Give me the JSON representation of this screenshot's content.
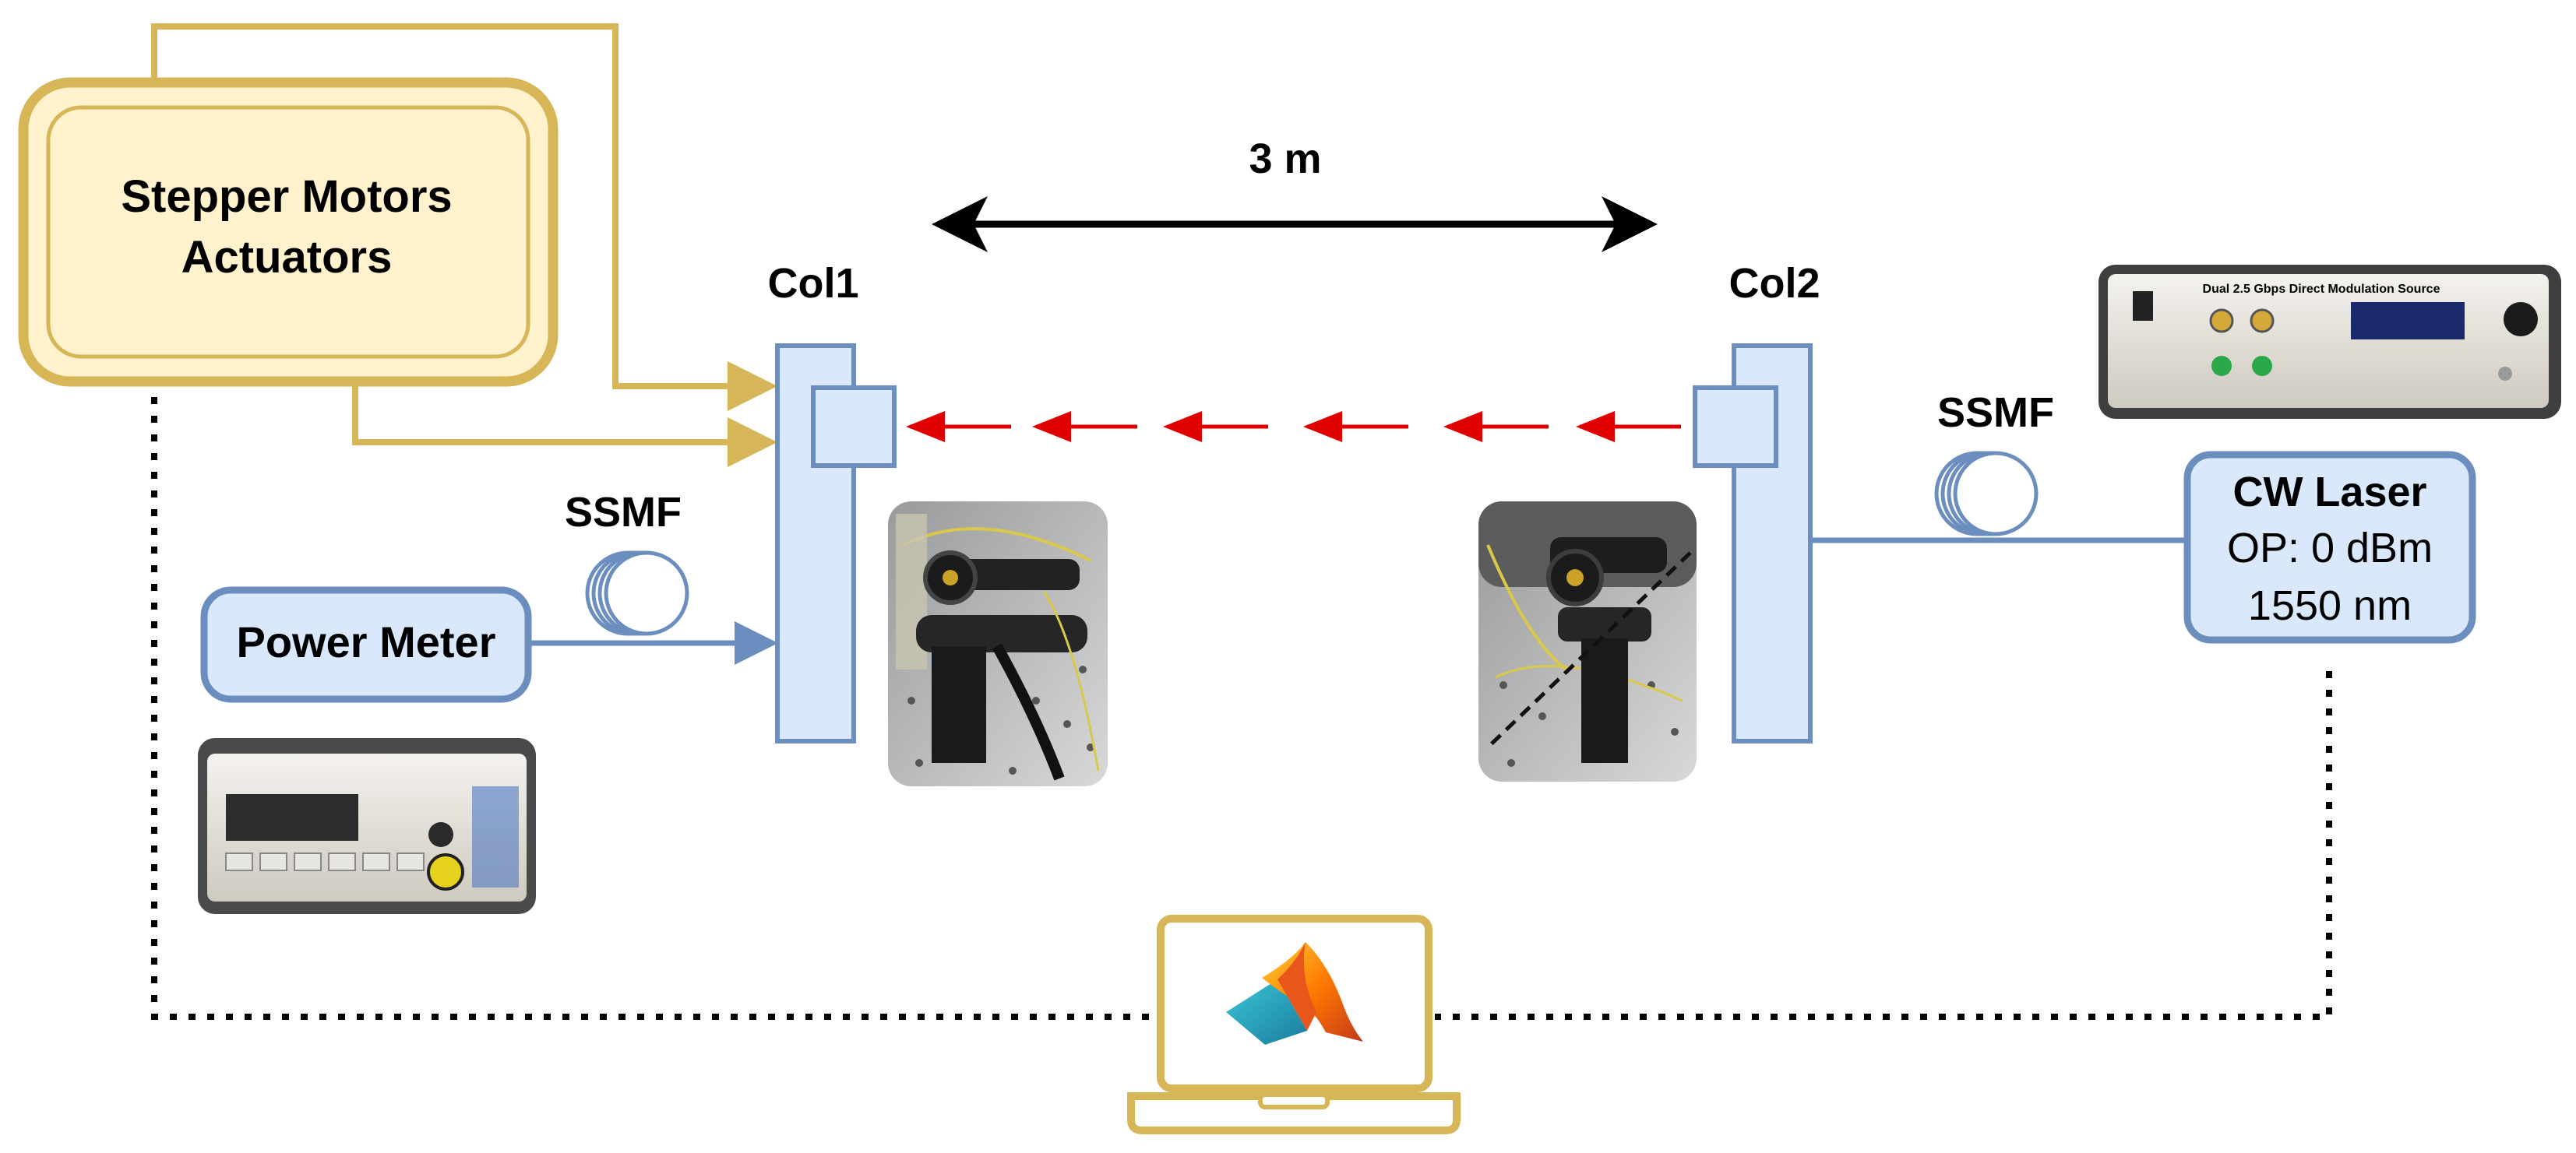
{
  "labels": {
    "stepper_line1": "Stepper Motors",
    "stepper_line2": "Actuators",
    "distance": "3 m",
    "col1": "Col1",
    "col2": "Col2",
    "ssmf_left": "SSMF",
    "ssmf_right": "SSMF",
    "power_meter": "Power Meter",
    "laser_title": "CW Laser",
    "laser_power": "OP: 0 dBm",
    "laser_wavelength": "1550 nm",
    "modulation_source_panel": "Dual 2.5 Gbps Direct Modulation Source"
  },
  "colors": {
    "gold": "#d6b656",
    "gold_fill": "#fff2cc",
    "blue": "#6c8ebf",
    "blue_fill": "#dae8fc",
    "beam": "#e00000",
    "black": "#000000"
  },
  "icons": {
    "laptop": "laptop-icon",
    "matlab": "matlab-logo-icon",
    "fiber_coil": "fiber-coil-icon"
  }
}
